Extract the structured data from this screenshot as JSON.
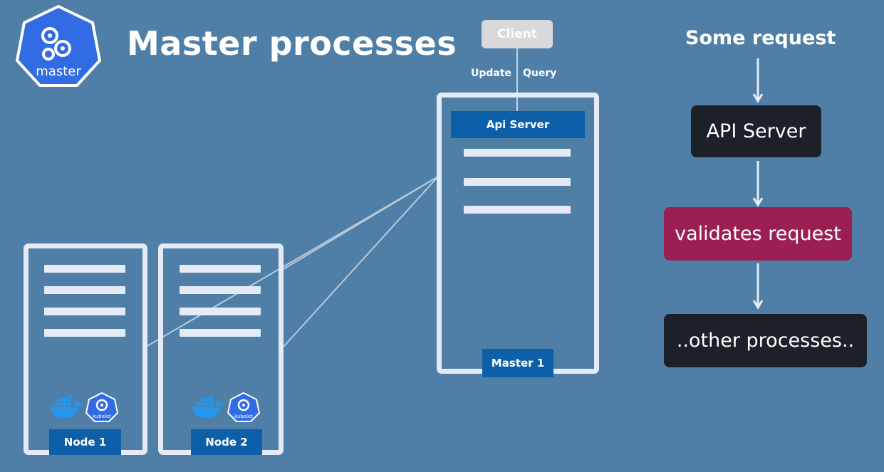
{
  "header": {
    "title": "Master processes",
    "logo_text": "master"
  },
  "client": {
    "label": "Client",
    "update_label": "Update",
    "query_label": "Query"
  },
  "master": {
    "api_server_label": "Api Server",
    "name": "Master 1"
  },
  "nodes": [
    {
      "name": "Node 1",
      "kubelet_text": "kubelet"
    },
    {
      "name": "Node 2",
      "kubelet_text": "kubelet"
    }
  ],
  "flow": {
    "start": "Some request",
    "steps": [
      "API Server",
      "validates request",
      "..other processes.."
    ]
  },
  "colors": {
    "background": "#4f7fa6",
    "server_outline": "#e4ebf7",
    "label_blue": "#0d5fa8",
    "k8s_blue": "#326ce5",
    "dark_box": "#1c2029",
    "validate_box": "#9b1f52",
    "client_box": "#d9d9dc"
  },
  "icons": [
    "kubernetes-master-icon",
    "docker-whale-icon",
    "kubelet-icon",
    "arrow-down-icon"
  ]
}
